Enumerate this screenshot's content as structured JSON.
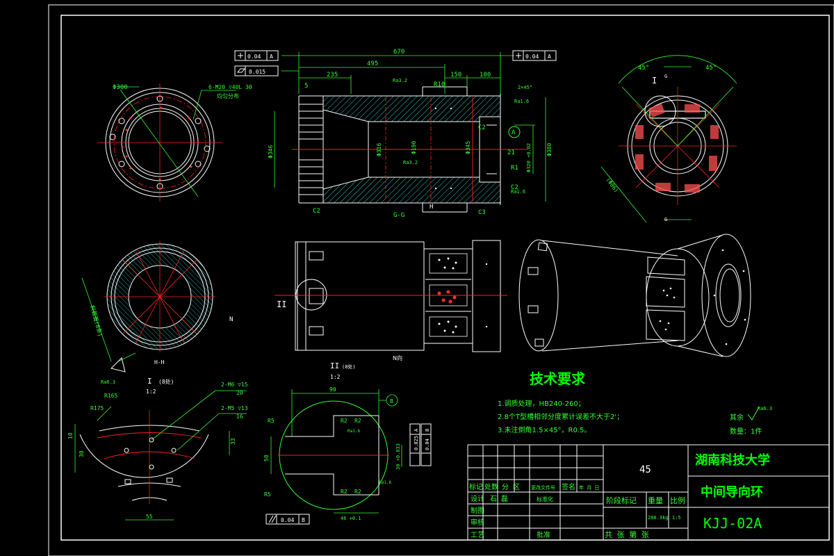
{
  "tech_requirements": {
    "title": "技术要求",
    "items": [
      "1.调质处理，HB240-260；",
      "2.8个T型槽相邻分度累计误差不大于2'；",
      "3.未注倒角1.5×45°，R0.5。"
    ],
    "rest": "其余",
    "rest_roughness": "Ra6.3",
    "quantity": "数量：1件"
  },
  "title_block": {
    "material": "45",
    "school": "湖南科技大学",
    "part_name": "中间导向环",
    "drawing_no": "KJJ-02A",
    "h_mark": "标记",
    "h_count": "处数",
    "h_zone": "分  区",
    "h_docno": "更改文件号",
    "h_sign": "签名",
    "h_date": "年 月 日",
    "h_design": "设计",
    "designer": "石 磊",
    "h_standard": "标准化",
    "h_draw": "制图",
    "h_check": "审核",
    "h_process": "工艺",
    "h_approve": "批准",
    "h_stage": "阶段标记",
    "h_weight": "重量",
    "h_scale": "比例",
    "weight": "280.3kg",
    "scale": "1:5",
    "sheets": "共   张   第   张"
  },
  "section_view": {
    "tol_flat": "0.04",
    "tol_flat_ref": "A",
    "tol_cyl": "0.015",
    "tol_right": "0.04",
    "tol_right_ref": "A",
    "dim_total": "670",
    "dim_495": "495",
    "dim_235": "235",
    "dim_150": "150",
    "dim_100": "100",
    "dim_5": "5",
    "r10": "R10",
    "ra32_top": "Ra3.2",
    "ra32_mid": "Ra3.2",
    "ra16": "Ra1.6",
    "ra16b": "Ra1.6",
    "chamfer": "2×45°",
    "c2a": "C2",
    "c2b": "C2",
    "c2c": "C2",
    "c3": "C3",
    "d316": "Φ316",
    "d190": "Φ190",
    "d345": "Φ345",
    "d346": "Φ346",
    "d380": "Φ380",
    "d320": "Φ320 +0.02",
    "dim_21": "21",
    "dim_r1": "R1",
    "datum_a": "A",
    "label_gg": "G-G",
    "h_mark": "H"
  },
  "end_view": {
    "d300": "Φ300",
    "holes": "6-M20 ▽40L  30",
    "holes2": "均匀分布",
    "angle1": "45°",
    "angle2": "45°",
    "label_i": "I",
    "label_g": "G",
    "d_side": "(Φ86)"
  },
  "hh_view": {
    "label": "H-H",
    "note": "斜截面(8条)",
    "ra": "Ra6.3",
    "n_mark": "N"
  },
  "front_view": {
    "label_ii": "II",
    "label_n": "N向"
  },
  "detail_i": {
    "label": "I",
    "qty": "(8处)",
    "scale": "1:2",
    "holes1": "2-M6 ▽15",
    "holes1b": "20",
    "holes2": "2-M5 ▽13",
    "holes2b": "16",
    "r165": "R165",
    "r175": "R175",
    "d10": "10",
    "d30": "30",
    "d33": "33",
    "d55": "55"
  },
  "detail_ii": {
    "label": "II",
    "qty": "(8处)",
    "scale": "1:2",
    "d90": "90",
    "datum_b": "B",
    "r5a": "R5",
    "r5b": "R5",
    "r2a": "R2",
    "r2b": "R2",
    "r2c": "R2",
    "r2d": "R2",
    "d50": "50",
    "d30": "30 +0.033",
    "d46": "46 +0.1",
    "tol_par": "0.04",
    "tol_par_ref": "B",
    "tol_sym": "0.025",
    "tol_sym_ref": "A",
    "tol_perp": "0.04",
    "tol_perp_ref": "B",
    "ra16": "Ra1.6",
    "ra16b": "Ra1.6"
  },
  "colors": {
    "line": "#ffffff",
    "center": "#ff2020",
    "dim": "#33ff33",
    "hatch": "#33cccc",
    "green": "#00ff00"
  }
}
